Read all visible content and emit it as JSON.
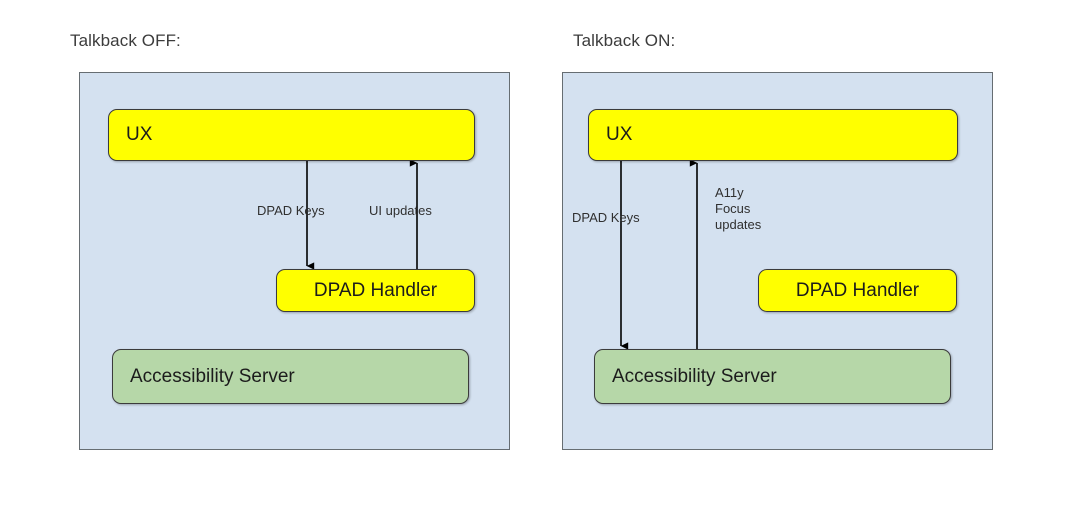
{
  "diagram": {
    "type": "flow-diagram",
    "panels": [
      {
        "key": "talkback_off",
        "title": "Talkback OFF:",
        "nodes": [
          {
            "key": "ux",
            "label": "UX",
            "color": "#ffff00",
            "shape": "rounded-rect"
          },
          {
            "key": "dpad_handler",
            "label": "DPAD Handler",
            "color": "#ffff00",
            "shape": "rounded-rect"
          },
          {
            "key": "a11y_server",
            "label": "Accessibility Server",
            "color": "#b6d7a8",
            "shape": "rounded-rect"
          }
        ],
        "edges": [
          {
            "key": "ux_to_dpad",
            "from": "ux",
            "to": "dpad_handler",
            "label": "DPAD Keys",
            "direction": "down"
          },
          {
            "key": "dpad_to_ux",
            "from": "dpad_handler",
            "to": "ux",
            "label": "UI updates",
            "direction": "up"
          }
        ]
      },
      {
        "key": "talkback_on",
        "title": "Talkback ON:",
        "nodes": [
          {
            "key": "ux",
            "label": "UX",
            "color": "#ffff00",
            "shape": "rounded-rect"
          },
          {
            "key": "dpad_handler",
            "label": "DPAD Handler",
            "color": "#ffff00",
            "shape": "rounded-rect"
          },
          {
            "key": "a11y_server",
            "label": "Accessibility Server",
            "color": "#b6d7a8",
            "shape": "rounded-rect"
          }
        ],
        "edges": [
          {
            "key": "ux_to_server",
            "from": "ux",
            "to": "a11y_server",
            "label": "DPAD Keys",
            "direction": "down"
          },
          {
            "key": "server_to_ux",
            "from": "a11y_server",
            "to": "ux",
            "label": "A11y\nFocus\nupdates",
            "direction": "up"
          }
        ]
      }
    ],
    "colors": {
      "panel_background": "#d4e1f0",
      "panel_border": "#666d72",
      "node_yellow": "#ffff00",
      "node_green": "#b6d7a8",
      "node_border": "#3b3b3b",
      "arrow": "#000000",
      "text": "#1c1c1c",
      "canvas": "#ffffff"
    },
    "labels": {
      "left_edge_down": "DPAD Keys",
      "left_edge_up": "UI updates",
      "right_edge_down": "DPAD Keys",
      "right_edge_up_line1": "A11y",
      "right_edge_up_line2": "Focus",
      "right_edge_up_line3": "updates"
    }
  }
}
